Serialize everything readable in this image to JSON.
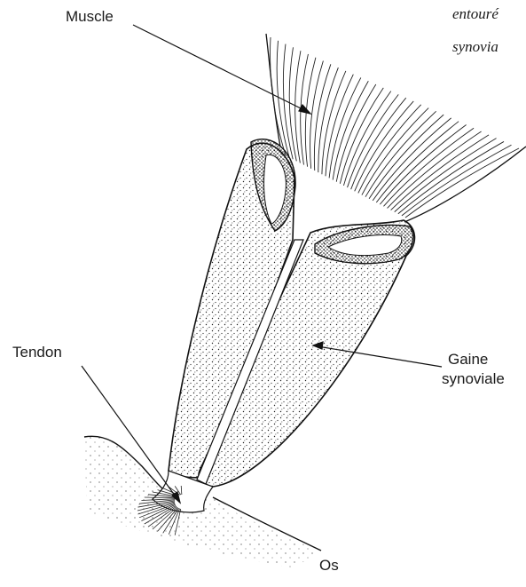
{
  "caption": {
    "line1": "entouré",
    "line2": "synovia"
  },
  "labels": {
    "muscle": "Muscle",
    "tendon": "Tendon",
    "gaine_line1": "Gaine",
    "gaine_line2": "synoviale",
    "os": "Os"
  }
}
